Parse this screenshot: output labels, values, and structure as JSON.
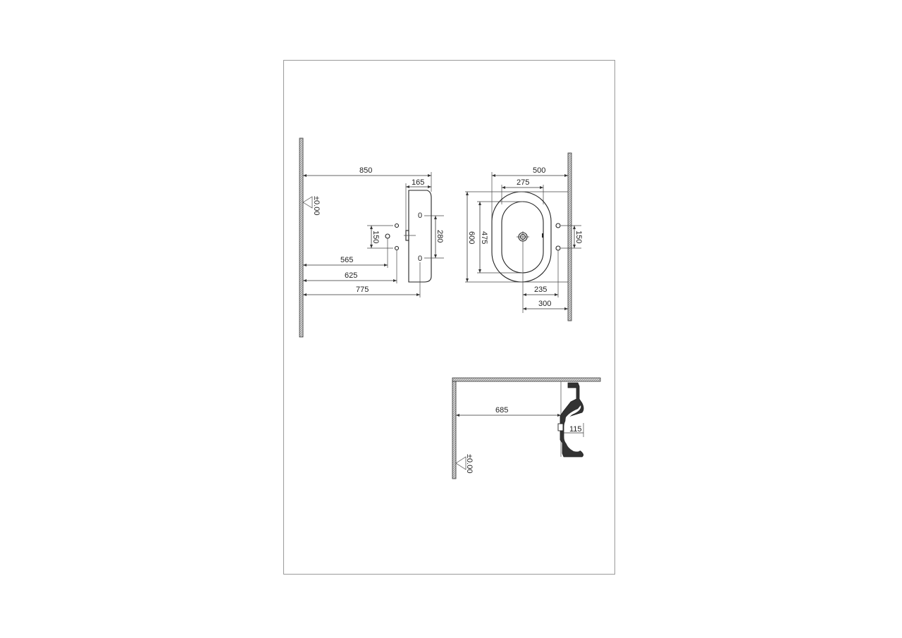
{
  "drawing": {
    "frame": {
      "stroke": "#9a9a9a"
    },
    "wall_hatch_color": "#888888",
    "level_marker": "±0.00",
    "side_elevation": {
      "label": "side-elevation",
      "dims": {
        "total_height": "850",
        "depth": "165",
        "fixing_spacing": "280",
        "tap_hole_spacing": "150",
        "h1": "565",
        "h2": "625",
        "h3": "775"
      }
    },
    "front_elevation": {
      "label": "front-elevation",
      "dims": {
        "overall_width": "500",
        "bowl_width": "275",
        "overall_height": "600",
        "bowl_height": "475",
        "hole_spacing": "150",
        "centre_to_hole": "235",
        "centre_to_wall": "300"
      }
    },
    "plan_section": {
      "label": "section",
      "level_marker": "±0.00",
      "dims": {
        "height": "685",
        "depth": "115"
      }
    }
  }
}
